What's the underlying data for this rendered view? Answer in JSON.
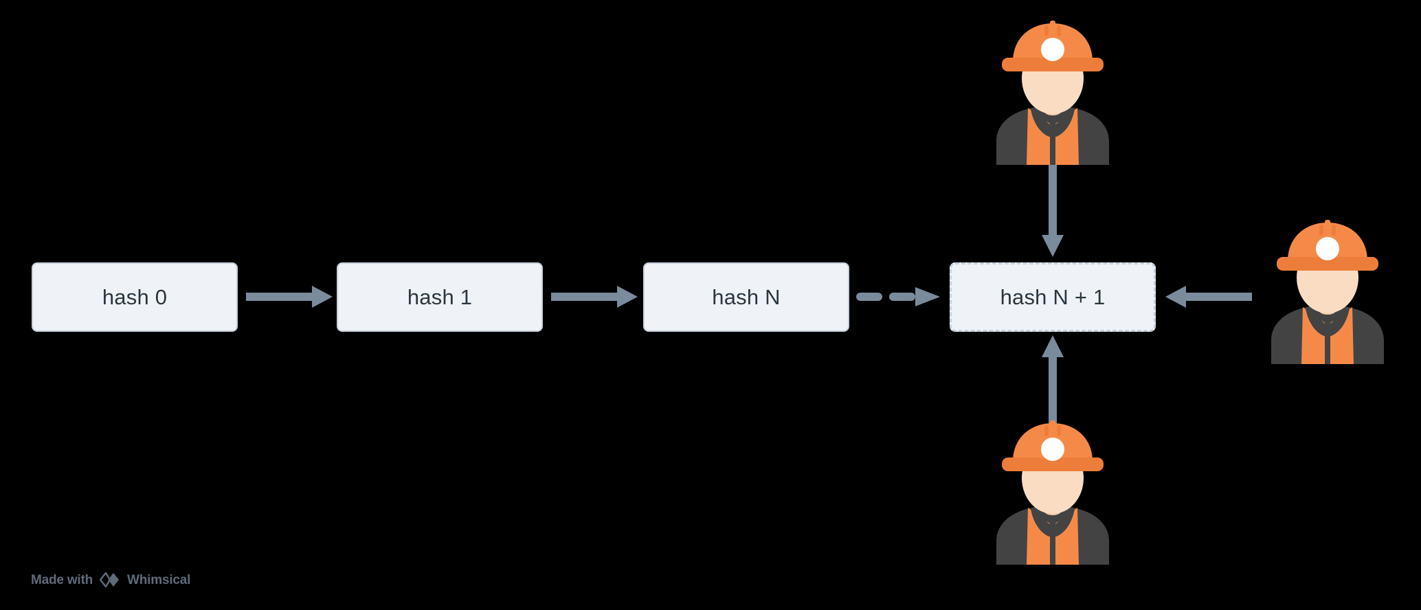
{
  "diagram": {
    "title": "Blockchain hash chain with miners",
    "background_color": "#000000",
    "node_fill": "#eff2f6",
    "node_border": "#c6d0dc",
    "node_text_color": "#2b3640",
    "arrow_color": "#7a8b9c",
    "accent_color": "#f58a48",
    "nodes": [
      {
        "id": "hash0",
        "label": "hash 0",
        "style": "solid"
      },
      {
        "id": "hash1",
        "label": "hash 1",
        "style": "solid"
      },
      {
        "id": "hashN",
        "label": "hash N",
        "style": "solid"
      },
      {
        "id": "hashN1",
        "label": "hash N + 1",
        "style": "dashed"
      }
    ],
    "connectors": [
      {
        "id": "c1",
        "from": "hash0",
        "to": "hash1",
        "style": "solid",
        "direction": "right"
      },
      {
        "id": "c2",
        "from": "hash1",
        "to": "hashN",
        "style": "solid",
        "direction": "right"
      },
      {
        "id": "c3",
        "from": "hashN",
        "to": "hashN1",
        "style": "dashed",
        "direction": "right"
      },
      {
        "id": "c4",
        "from": "miner-top",
        "to": "hashN1",
        "style": "solid",
        "direction": "down"
      },
      {
        "id": "c5",
        "from": "miner-bottom",
        "to": "hashN1",
        "style": "solid",
        "direction": "up"
      },
      {
        "id": "c6",
        "from": "miner-right",
        "to": "hashN1",
        "style": "solid",
        "direction": "left"
      }
    ],
    "miners": [
      {
        "id": "miner-top",
        "icon": "miner-worker-icon"
      },
      {
        "id": "miner-right",
        "icon": "miner-worker-icon"
      },
      {
        "id": "miner-bottom",
        "icon": "miner-worker-icon"
      }
    ]
  },
  "watermark": {
    "prefix": "Made with",
    "brand": "Whimsical",
    "icon": "whimsical-logo-icon",
    "color": "#5d6b7a"
  }
}
